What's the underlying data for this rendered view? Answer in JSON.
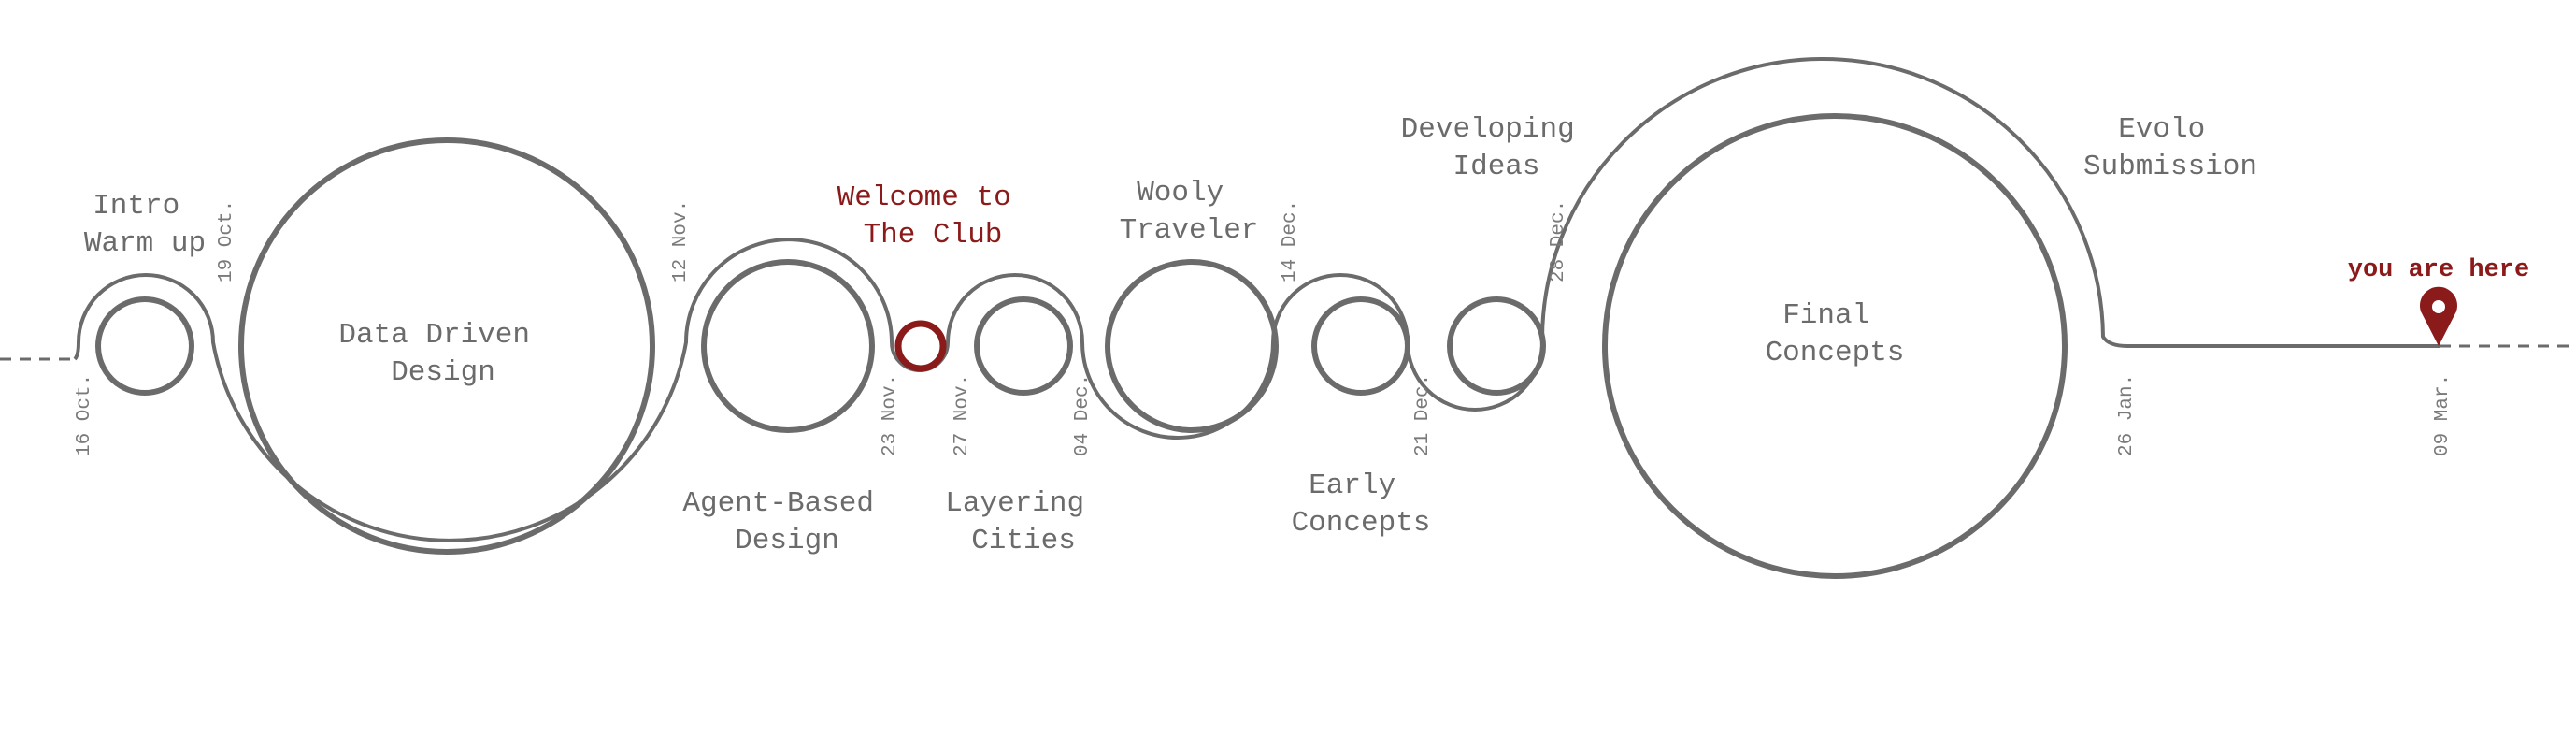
{
  "colors": {
    "line": "#6b6b6b",
    "highlight": "#8b1a1a"
  },
  "milestones": [
    {
      "title_lines": [
        "Intro",
        "Warm up"
      ],
      "date": "16 Oct.",
      "highlight": false
    },
    {
      "title_lines": [
        "Data Driven",
        "Design"
      ],
      "date": "19 Oct.",
      "highlight": false
    },
    {
      "title_lines": [
        "Agent-Based",
        "Design"
      ],
      "date": "12 Nov.",
      "highlight": false
    },
    {
      "title_lines": [
        "Welcome to",
        "The Club"
      ],
      "date": "23 Nov.",
      "highlight": true
    },
    {
      "title_lines": [
        "Layering",
        "Cities"
      ],
      "date": "27 Nov.",
      "highlight": false
    },
    {
      "title_lines": [
        "Wooly",
        "Traveler"
      ],
      "date": "04 Dec.",
      "highlight": false
    },
    {
      "title_lines": [
        "Early",
        "Concepts"
      ],
      "date": "14 Dec.",
      "highlight": false
    },
    {
      "title_lines": [
        "Developing",
        "Ideas"
      ],
      "date": "21 Dec.",
      "highlight": false
    },
    {
      "title_lines": [
        "Final",
        "Concepts"
      ],
      "date": "28 Dec.",
      "highlight": false
    },
    {
      "title_lines": [
        "Evolo",
        "Submission"
      ],
      "date": "26 Jan.",
      "highlight": false
    }
  ],
  "current": {
    "label": "you are here",
    "date": "09 Mar.",
    "icon": "map-pin-icon"
  }
}
